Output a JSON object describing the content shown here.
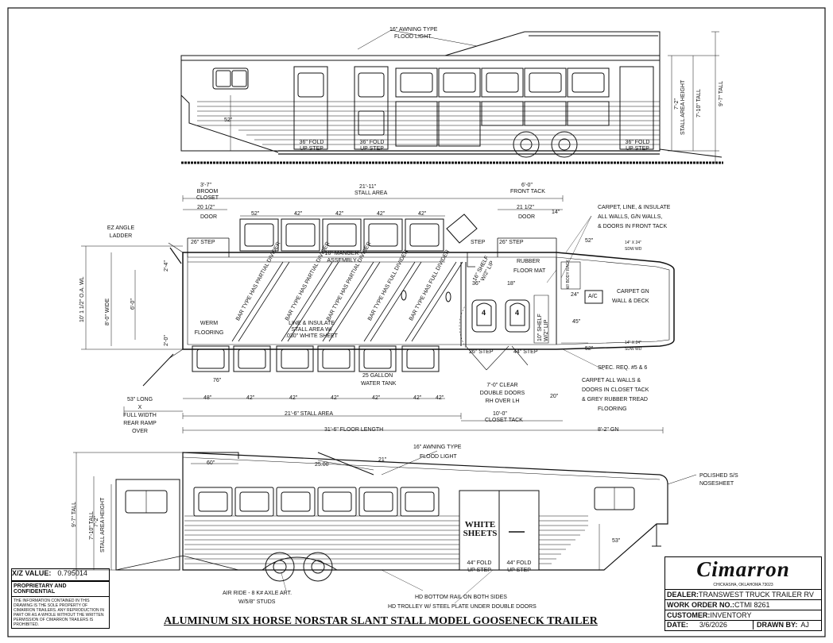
{
  "title": "ALUMINUM SIX HORSE NORSTAR SLANT STALL MODEL GOOSENECK TRAILER",
  "side_view_top": {
    "awning": "16\" AWNING TYPE",
    "flood_light": "FLOOD LIGHT",
    "dim_52": "52\"",
    "fold_step_1": "36\" FOLD",
    "up_step_1": "UP STEP",
    "fold_step_2": "36\" FOLD",
    "up_step_2": "UP STEP",
    "fold_step_3": "36\" FOLD",
    "up_step_3": "UP STEP",
    "stall_height_value": "7'-2\"",
    "stall_height_label": "STALL AREA HEIGHT",
    "tall_710": "7'-10\" TALL",
    "tall_97": "9'-7\" TALL"
  },
  "floor_plan": {
    "stall_area_top": "21'-11\"",
    "stall_area_top_label": "STALL AREA",
    "broom_closet_dim": "3'-7\"",
    "broom_closet_1": "BROOM",
    "broom_closet_2": "CLOSET",
    "door_left_dim": "20 1/2\"",
    "door_left": "DOOR",
    "front_tack_dim": "6'-0\"",
    "front_tack": "FRONT TACK",
    "door_right_dim": "21 1/2\"",
    "door_right": "DOOR",
    "dim_14a": "14\"",
    "carpet_front_1": "CARPET, LINE, & INSULATE",
    "carpet_front_2": "ALL WALLS, G/N WALLS,",
    "carpet_front_3": "& DOORS IN FRONT TACK",
    "ez_angle_1": "EZ ANGLE",
    "ez_angle_2": "LADDER",
    "step_26_left": "26\" STEP",
    "step_26_right": "26\" STEP",
    "step_mid": "STEP",
    "window_dims_top": [
      "52\"",
      "42\"",
      "42\"",
      "42\"",
      "42\""
    ],
    "manger_1": "16\" MANGER",
    "manger_2": "ASSEMBLY",
    "shelf_16": "16\" SHELF",
    "shelf_16b": "W/2\" LIP",
    "rubber_floor_1": "RUBBER",
    "rubber_floor_2": "FLOOR MAT",
    "rear_52": "52\"",
    "k14_top_1": "14\" X 24\"",
    "k14_top_2": "SDW WD",
    "saddle_racks": "W/ BODY RACK",
    "ac_label": "A/C",
    "dim_24": "24\"",
    "carpet_gn_1": "CARPET GN",
    "carpet_gn_2": "WALL & DECK",
    "dim_45": "45\"",
    "oal_1": "10' 1 1/2\" O.A. WL",
    "wide_80": "8'-0\" WIDE",
    "inner_60": "6'-0\"",
    "dim_24_left": "2'-4\"",
    "dim_20_left": "2'-0\"",
    "dividers": [
      "BAR TYPE HAS PARTIAL DIVIDER",
      "BAR TYPE HAS PARTIAL DIVIDER",
      "BAR TYPE HAS PARTIAL DIVIDER",
      "BAR TYPE HAS FULL DIVIDER",
      "BAR TYPE HAS FULL DIVIDER"
    ],
    "werm_flooring_1": "WERM",
    "werm_flooring_2": "FLOORING",
    "line_insulate_1": "LINE & INSULATE",
    "line_insulate_2": "STALL AREA W/",
    "line_insulate_3": ".030\" WHITE SHEET",
    "dim_36_mid": "36\"",
    "dim_18": "18\"",
    "saddle_num_1": "4",
    "saddle_num_2": "4",
    "shelf_10": "10\" SHELF",
    "shelf_10b": "W/2\" LIP",
    "step_26_bot": "26\" STEP",
    "step_44": "44\" STEP",
    "rear_52b": "52\"",
    "k14_bot_1": "14\" X 24\"",
    "k14_bot_2": "SDW WD",
    "spec_req": "SPEC. REQ. #5 & 6",
    "dim_76": "76\"",
    "water_tank_1": "25 GALLON",
    "water_tank_2": "WATER TANK",
    "window_dims_bottom": [
      "48\"",
      "42\"",
      "42\"",
      "42\"",
      "42\"",
      "42\"",
      "42\""
    ],
    "clear_doors_1": "7'-0\" CLEAR",
    "clear_doors_2": "DOUBLE DOORS",
    "clear_doors_3": "RH OVER LH",
    "dim_20": "20\"",
    "carpet_closet_1": "CARPET ALL WALLS &",
    "carpet_closet_2": "DOORS IN CLOSET TACK",
    "carpet_closet_3": "& GREY RUBBER TREAD",
    "carpet_closet_4": "FLOORING",
    "ramp_1": "53\" LONG",
    "ramp_2": "X",
    "ramp_3": "FULL WIDTH",
    "ramp_4": "REAR RAMP",
    "ramp_5": "OVER",
    "stall_area_bottom": "21'-6\" STALL AREA",
    "closet_tack_dim": "10'-0\"",
    "closet_tack": "CLOSET TACK",
    "floor_length": "31'-6\" FLOOR LENGTH",
    "gn_length": "8'-2\" GN"
  },
  "side_view_bottom": {
    "awning": "16\" AWNING TYPE",
    "flood_light": "FLOOD LIGHT",
    "dim_60": "60\"",
    "dim_2500": "25.00",
    "dim_21": "21\"",
    "polished_1": "POLISHED S/S",
    "polished_2": "NOSESHEET",
    "tall_97": "9'-7\" TALL",
    "tall_710": "7'-10\" TALL",
    "stall_height_value": "7'-2\"",
    "stall_height_label": "STALL AREA HEIGHT",
    "white_sheets_1": "WHITE",
    "white_sheets_2": "SHEETS",
    "dim_53": "53\"",
    "fold_1": "44\" FOLD",
    "up_1": "UP STEP",
    "fold_2": "44\" FOLD",
    "up_2": "UP STEP",
    "air_ride_1": "AIR RIDE - 8 K# AXLE ART.",
    "air_ride_2": "W/5/8\" STUDS",
    "hd_bottom": "HD BOTTOM RAIL ON BOTH SIDES",
    "hd_trolley": "HD TROLLEY w/ STEEL PLATE UNDER DOUBLE DOORS"
  },
  "title_block": {
    "xz_label": "X/Z VALUE:",
    "xz_value": "0.795014",
    "prop_heading": "PROPRIETARY AND CONFIDENTIAL",
    "prop_text": "THE INFORMATION CONTAINED IN THIS DRAWING IS THE SOLE PROPERTY OF CIMARRON TRAILERS. ANY REPRODUCTION IN PART OR AS A WHOLE WITHOUT THE WRITTEN PERMISSION OF CIMARRON TRAILERS IS PROHIBITED.",
    "logo": "Cimarron",
    "address": "CHICKASHA, OKLAHOMA 73023",
    "dealer_label": "DEALER:",
    "dealer_value": "TRANSWEST TRUCK TRAILER RV",
    "work_order_label": "WORK ORDER NO.:",
    "work_order_value": "CTMI 8261",
    "customer_label": "CUSTOMER:",
    "customer_value": "INVENTORY",
    "date_label": "DATE:",
    "date_value": "3/6/2026",
    "drawn_by_label": "DRAWN BY:",
    "drawn_by_value": "AJ"
  }
}
